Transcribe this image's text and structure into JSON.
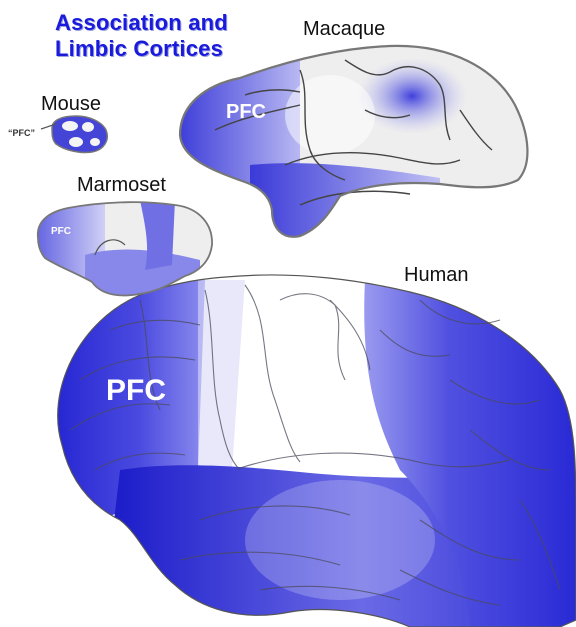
{
  "title": {
    "line1": "Association and",
    "line2": "Limbic Cortices"
  },
  "species": {
    "mouse": "Mouse",
    "marmoset": "Marmoset",
    "macaque": "Macaque",
    "human": "Human"
  },
  "region_labels": {
    "mouse_pfc": "“PFC”",
    "marmoset_pfc": "PFC",
    "macaque_pfc": "PFC",
    "human_pfc": "PFC"
  },
  "colors": {
    "association_blue": "#2a2ad8",
    "title_blue": "#1a1adc",
    "cortex_gray": "#eeeeee",
    "outline": "#777777"
  }
}
